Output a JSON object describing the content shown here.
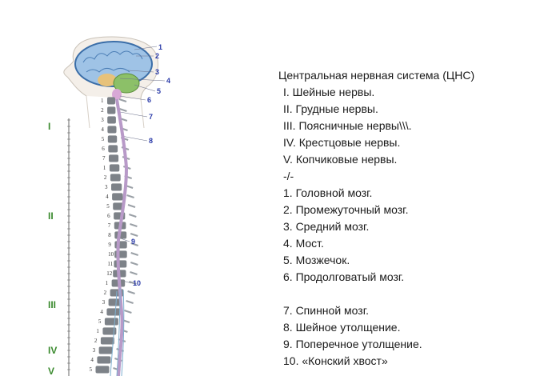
{
  "legend": {
    "title": "Центральная нервная система (ЦНС)",
    "lines": [
      "I. Шейные нервы.",
      "II. Грудные нервы.",
      "III. Поясничные нервы\\\\\\.",
      "IV. Крестцовые нервы.",
      "V. Копчиковые нервы.",
      "-/-",
      "1. Головной мозг.",
      "2. Промежуточный мозг.",
      "3. Средний мозг.",
      "4. Мост.",
      "5. Мозжечок.",
      "6. Продолговатый мозг.",
      "",
      "7. Спинной мозг.",
      "8. Шейное утолщение.",
      "9. Поперечное утолщение.",
      "10. «Конский хвост»"
    ]
  },
  "figure": {
    "regions": [
      "I",
      "II",
      "III",
      "IV",
      "V"
    ],
    "callouts": [
      "1",
      "2",
      "3",
      "4",
      "5",
      "6",
      "7",
      "8",
      "9",
      "10"
    ],
    "vertebra_numbers": [
      "1",
      "2",
      "3",
      "4",
      "5",
      "6",
      "7",
      "1",
      "2",
      "3",
      "4",
      "5",
      "6",
      "7",
      "8",
      "9",
      "10",
      "11",
      "12",
      "1",
      "2",
      "3",
      "4",
      "5",
      "1",
      "2",
      "3",
      "4",
      "5"
    ],
    "colors": {
      "brain": "#9fc3e6",
      "brain_outline": "#3b6ea8",
      "cerebellum": "#8cc068",
      "midbrain": "#e7c27a",
      "cord": "#b89ac8",
      "vertebra": "#7d8288",
      "region_label": "#3a8a2e",
      "callout": "#2a3aa8"
    }
  }
}
